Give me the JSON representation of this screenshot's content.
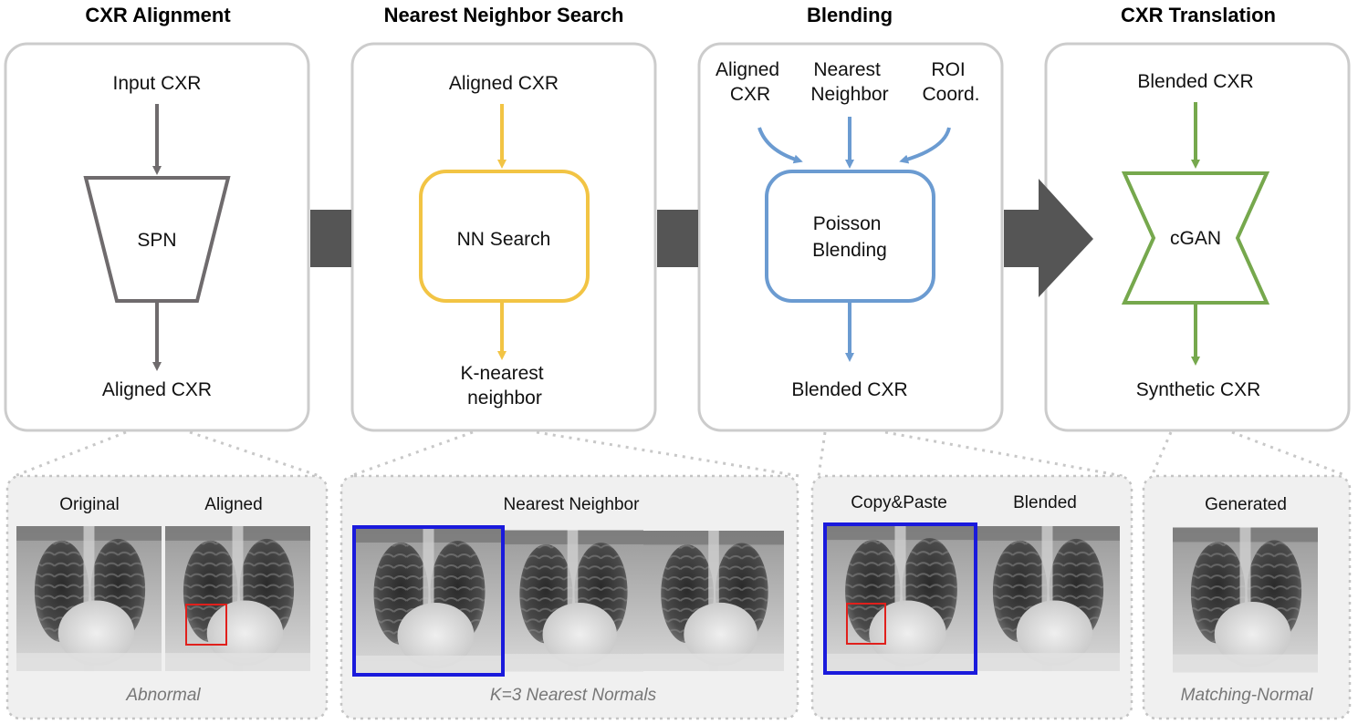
{
  "stages": [
    {
      "title": "CXR Alignment",
      "input": "Input CXR",
      "block": "SPN",
      "output": "Aligned CXR",
      "color": "#6f6b6d"
    },
    {
      "title": "Nearest Neighbor Search",
      "input": "Aligned CXR",
      "block": "NN Search",
      "output": [
        "K-nearest",
        "neighbor"
      ],
      "color": "#f2c444"
    },
    {
      "title": "Blending",
      "inputs": [
        [
          "Aligned",
          "CXR"
        ],
        [
          "Nearest",
          "Neighbor"
        ],
        [
          "ROI",
          "Coord."
        ]
      ],
      "block": [
        "Poisson",
        "Blending"
      ],
      "output": "Blended CXR",
      "color": "#6b9bd1"
    },
    {
      "title": "CXR Translation",
      "input": "Blended CXR",
      "block": "cGAN",
      "output": "Synthetic CXR",
      "color": "#76a84d"
    }
  ],
  "panels": [
    {
      "labels": [
        "Original",
        "Aligned"
      ],
      "caption": "Abnormal"
    },
    {
      "label": "Nearest Neighbor",
      "caption": "K=3 Nearest Normals"
    },
    {
      "labels": [
        "Copy&Paste",
        "Blended"
      ],
      "caption": ""
    },
    {
      "label": "Generated",
      "caption": "Matching-Normal"
    }
  ],
  "colors": {
    "box_border": "#cccccc",
    "panel_bg": "#f0f0f0",
    "panel_border": "#c4c4c4",
    "connector_arrow": "#555555",
    "highlight_blue": "#1a1adc",
    "roi_red": "#e0201c"
  }
}
